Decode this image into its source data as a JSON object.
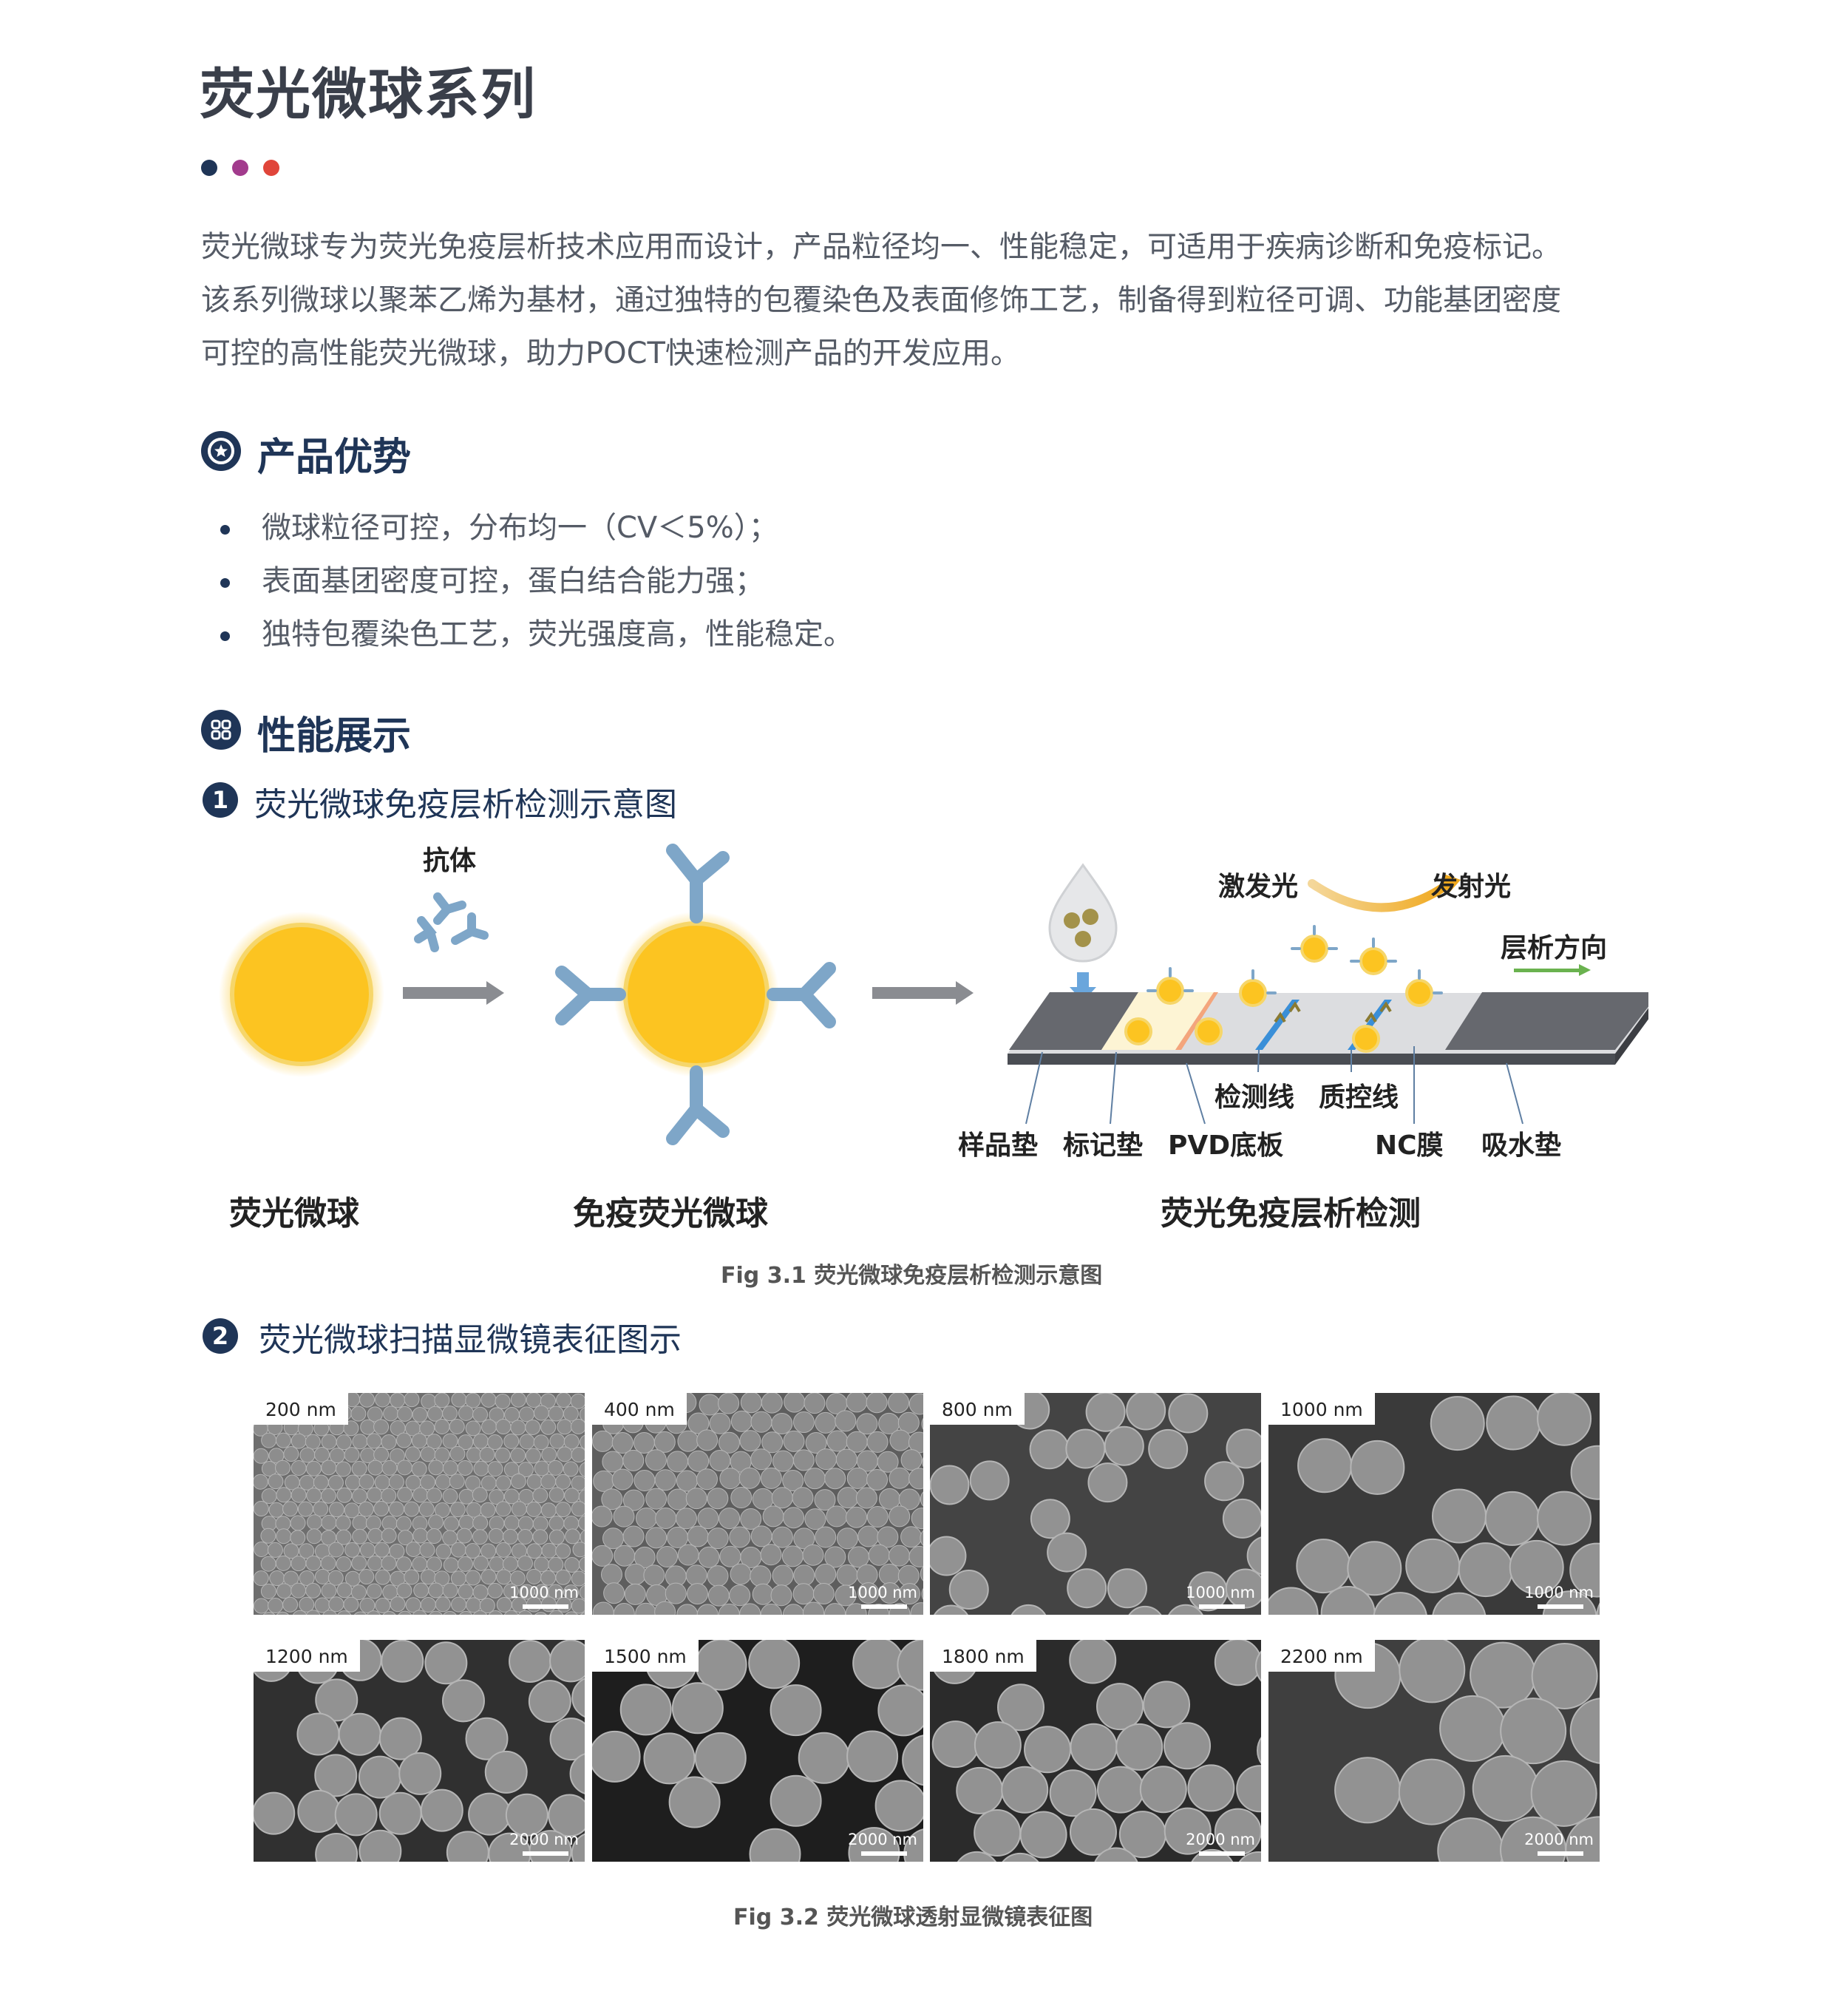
{
  "page": {
    "title": "荧光微球系列",
    "dots": [
      "#1f3557",
      "#a23b8d",
      "#e0453a"
    ],
    "intro_lines": [
      "荧光微球专为荧光免疫层析技术应用而设计，产品粒径均一、性能稳定，可适用于疾病诊断和免疫标记。",
      "该系列微球以聚苯乙烯为基材，通过独特的包覆染色及表面修饰工艺，制备得到粒径可调、功能基团密度",
      "可控的高性能荧光微球，助力POCT快速检测产品的开发应用。"
    ]
  },
  "advantages": {
    "title": "产品优势",
    "icon": "star-badge-icon",
    "items": [
      "微球粒径可控，分布均一（CV＜5%）；",
      "表面基团密度可控，蛋白结合能力强；",
      "独特包覆染色工艺，荧光强度高，性能稳定。"
    ]
  },
  "performance": {
    "title": "性能展示",
    "icon": "grid-icon",
    "section1": {
      "number": "1",
      "title": "荧光微球免疫层析检测示意图",
      "labels": {
        "antibody": "抗体",
        "excitation": "激发光",
        "emission": "发射光",
        "flow_direction": "层析方向",
        "test_line": "检测线",
        "control_line": "质控线",
        "sample_pad": "样品垫",
        "conjugate_pad": "标记垫",
        "pvd_board": "PVD底板",
        "nc_membrane": "NC膜",
        "absorbent_pad": "吸水垫"
      },
      "stages": [
        "荧光微球",
        "免疫荧光微球",
        "荧光免疫层析检测"
      ],
      "caption": "Fig 3.1 荧光微球免疫层析检测示意图",
      "colors": {
        "bead": "#fcc421",
        "antibody": "#7ea6c8",
        "strip": "#5a5d63",
        "line": "#3a8fd8"
      }
    },
    "section2": {
      "number": "2",
      "title": "荧光微球扫描显微镜表征图示",
      "images": [
        {
          "label": "200 nm",
          "scale": "1000 nm"
        },
        {
          "label": "400 nm",
          "scale": "1000 nm"
        },
        {
          "label": "800 nm",
          "scale": "1000 nm"
        },
        {
          "label": "1000 nm",
          "scale": "1000 nm"
        },
        {
          "label": "1200 nm",
          "scale": "2000 nm"
        },
        {
          "label": "1500 nm",
          "scale": "2000 nm"
        },
        {
          "label": "1800 nm",
          "scale": "2000 nm"
        },
        {
          "label": "2200 nm",
          "scale": "2000 nm"
        }
      ],
      "caption": "Fig 3.2 荧光微球透射显微镜表征图"
    }
  }
}
